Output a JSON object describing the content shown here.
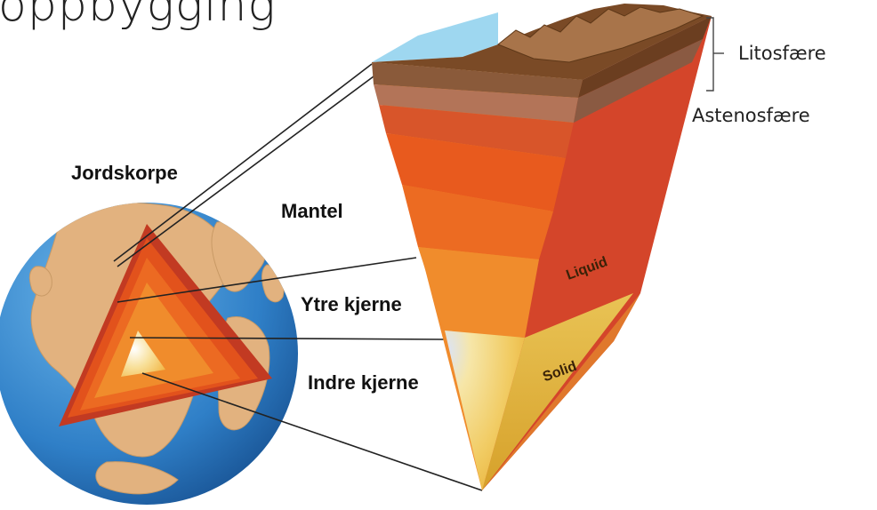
{
  "title": "oppbygging",
  "labels": {
    "crust": "Jordskorpe",
    "mantle": "Mantel",
    "outer_core": "Ytre kjerne",
    "inner_core": "Indre kjerne",
    "lithosphere": "Litosfære",
    "asthenosphere": "Astenosfære",
    "liquid": "Liquid",
    "solid": "Solid"
  },
  "colors": {
    "ocean": "#3a88d0",
    "land": "#e2b27f",
    "crust_cut": "#c23a22",
    "mantle": "#e85a1e",
    "outer_core": "#f08c2c",
    "inner_core": "#f6d98a",
    "water": "#9ed7f0",
    "rock": "#7a4a26"
  }
}
